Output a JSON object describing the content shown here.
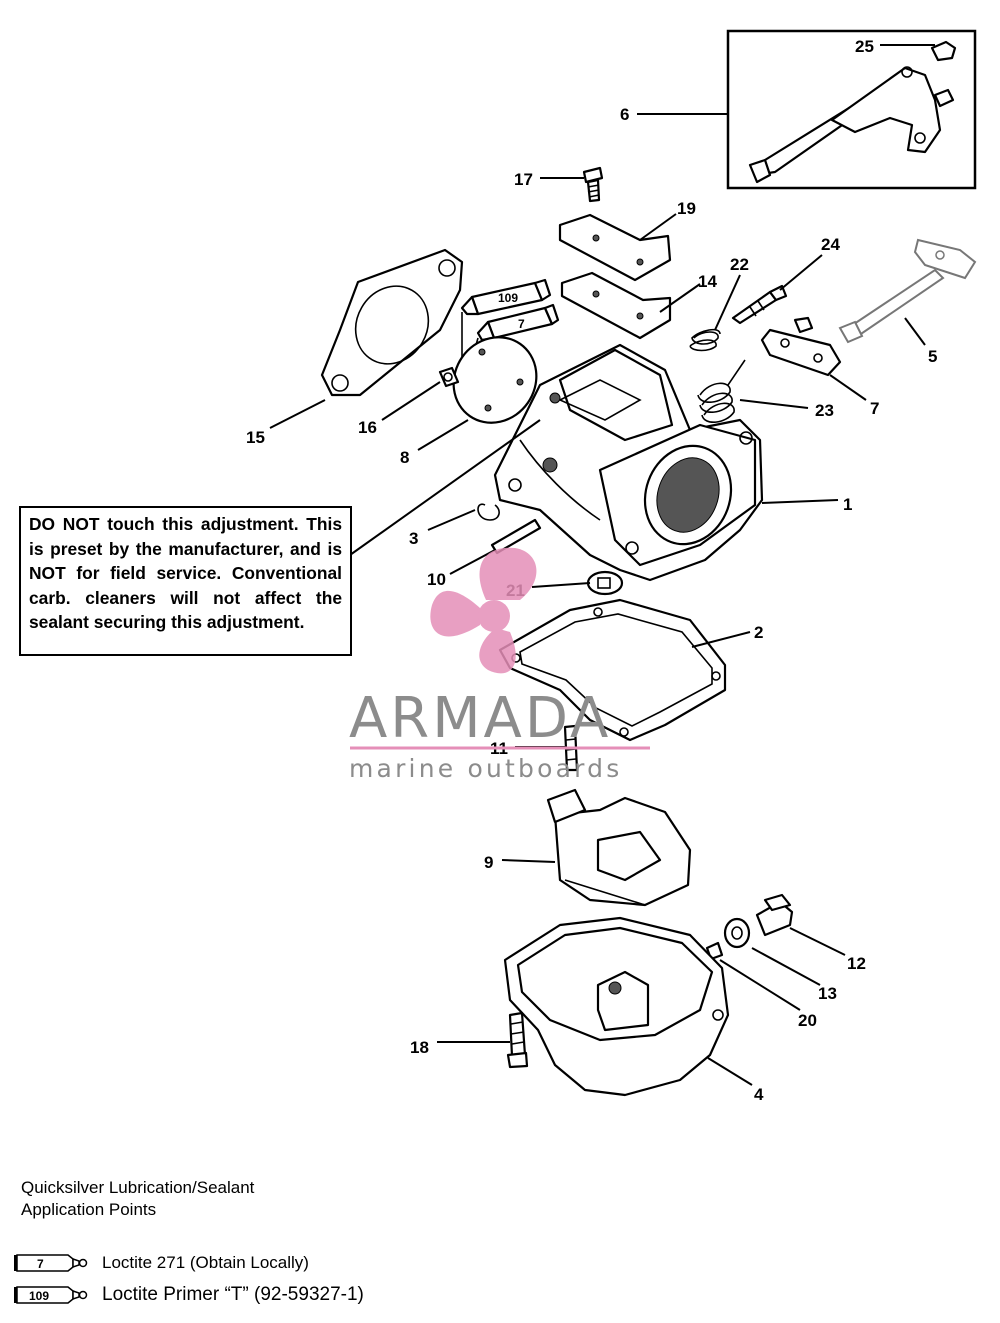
{
  "callouts": {
    "c1": "1",
    "c2": "2",
    "c3": "3",
    "c4": "4",
    "c5": "5",
    "c6": "6",
    "c7": "7",
    "c8": "8",
    "c9": "9",
    "c10": "10",
    "c11": "11",
    "c12": "12",
    "c13": "13",
    "c14": "14",
    "c15": "15",
    "c16": "16",
    "c17": "17",
    "c18": "18",
    "c19": "19",
    "c20": "20",
    "c21": "21",
    "c22": "22",
    "c23": "23",
    "c24": "24",
    "c25": "25"
  },
  "sealant_tubes": {
    "primer": "109",
    "loctite": "7"
  },
  "warning": "DO NOT touch this adjustment. This is preset by the manufacturer, and is NOT for field service.  Conventional carb. cleaners will not affect the sealant securing this adjustment.",
  "lubrication": {
    "title_line1": "Quicksilver Lubrication/Sealant",
    "title_line2": "Application Points",
    "items": [
      {
        "code": "7",
        "text": "Loctite 271 (Obtain Locally)"
      },
      {
        "code": "109",
        "text": "Loctite  Primer “T” (92-59327-1)"
      }
    ]
  },
  "watermark": {
    "brand": "ARMADA",
    "tagline": "marine outboards"
  },
  "colors": {
    "ink": "#000000",
    "watermark_pink": "#e58fb8",
    "watermark_gray": "#8c8c8c"
  }
}
